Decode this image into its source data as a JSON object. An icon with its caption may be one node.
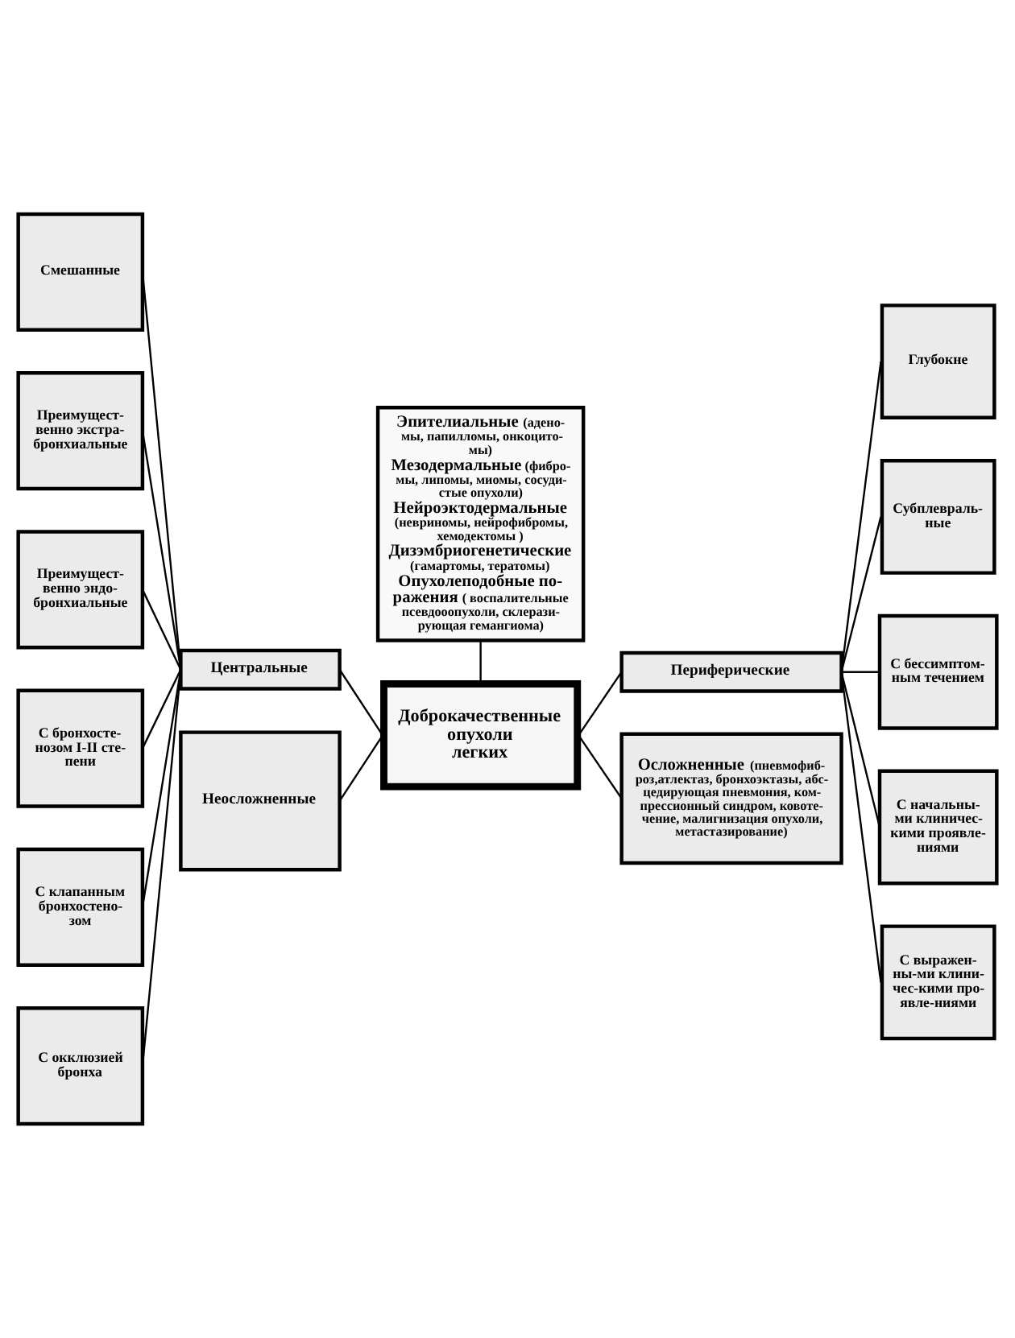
{
  "diagram": {
    "nodes": [
      {
        "text": [
          "Эпителиальные (адено- мы, папилломы, онкоцито- мы)",
          "Мезодермальные (фибро- мы, липомы, миомы, сосуди- стые опухоли)",
          "Нейроэктодермальные (невриномы, нейрофибромы, хемодектомы )",
          "Дизэмбриогенетические (гамартомы, тератомы)",
          "Опухолеподобные по- ражения ( воспалительные псевдооопухоли, склерази- рующая гемангиома)"
        ]
      },
      {
        "text": [
          "Смешанные"
        ]
      },
      {
        "text": [
          "Преимущест- венно экстра- бронхиальные"
        ]
      },
      {
        "text": [
          "Преимущест- венно эндо- бронхиальные"
        ]
      },
      {
        "text": [
          "Глубокне"
        ]
      },
      {
        "text": [
          "Субплевраль- ные"
        ]
      },
      {
        "text": [
          "Доброкачественные опухоли легких"
        ]
      },
      {
        "text": [
          "Центральные"
        ]
      },
      {
        "text": [
          "Периферические"
        ]
      },
      {
        "text": [
          "С бронхосте- нозом I-II сте- пени"
        ]
      },
      {
        "text": [
          "С клапанным бронхостено- зом"
        ]
      },
      {
        "text": [
          "С окклюзией бронха"
        ]
      },
      {
        "text": [
          "С бессимптом- ным течением"
        ]
      },
      {
        "text": [
          "С начальны- ми клиничес- кими проявле- ниями"
        ]
      },
      {
        "text": [
          "С выражен- ны-ми клини- чес-кими про- явле-ниями"
        ]
      },
      {
        "text": [
          "Неосложненные"
        ]
      },
      {
        "text": [
          "Осложненные (пневмофиб- роз,атлектаз, бронхоэктазы, абс- цедирующая пневмония, ком- прессионный синдром, ковоте- чение, малигнизация опухоли, метастазирование)"
        ]
      }
    ],
    "edges": [
      {
        "from": 0,
        "to": 6,
        "arrow": "none"
      },
      {
        "from": 1,
        "to": 7,
        "arrow": "none"
      },
      {
        "from": 2,
        "to": 7,
        "arrow": "none"
      },
      {
        "from": 3,
        "to": 7,
        "arrow": "none"
      },
      {
        "from": 7,
        "to": 6,
        "arrow": "none"
      },
      {
        "from": 6,
        "to": 8,
        "arrow": "none"
      },
      {
        "from": 8,
        "to": 4,
        "arrow": "none"
      },
      {
        "from": 8,
        "to": 5,
        "arrow": "none"
      },
      {
        "from": 9,
        "to": 7,
        "arrow": "none"
      },
      {
        "from": 10,
        "to": 7,
        "arrow": "none"
      },
      {
        "from": 11,
        "to": 7,
        "arrow": "none"
      },
      {
        "from": 8,
        "to": 12,
        "arrow": "none"
      },
      {
        "from": 8,
        "to": 13,
        "arrow": "none"
      },
      {
        "from": 8,
        "to": 14,
        "arrow": "none"
      },
      {
        "from": 15,
        "to": 6,
        "arrow": "none"
      },
      {
        "from": 6,
        "to": 16,
        "arrow": "none"
      }
    ]
  }
}
